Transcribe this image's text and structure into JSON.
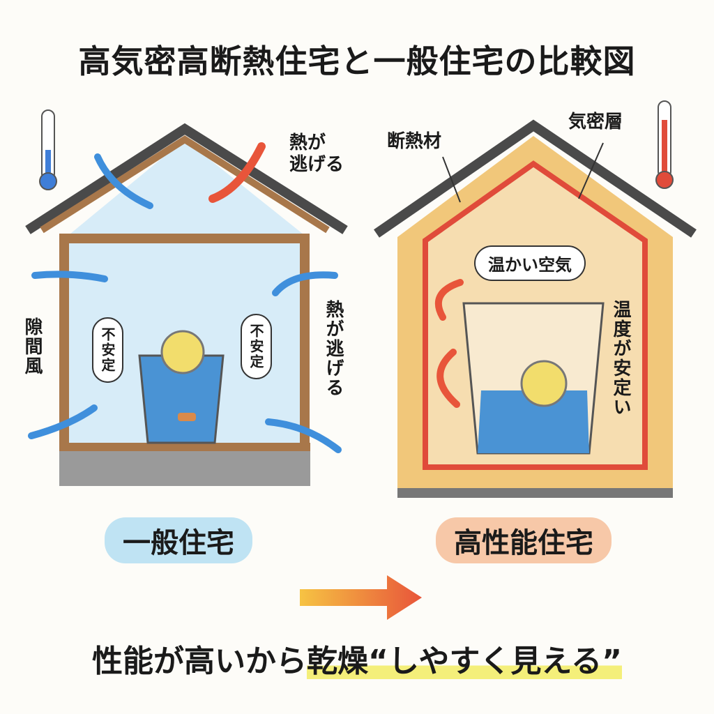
{
  "title": "高気密高断熱住宅と一般住宅の比較図",
  "left_house": {
    "heat_escape_top": "熱が\n逃げる",
    "draft_label": "隙間風",
    "unstable_left": "不安定",
    "unstable_right": "不安定",
    "heat_escape_side": "熱が逃げる",
    "name": "一般住宅"
  },
  "right_house": {
    "insulation_label": "断熱材",
    "airtight_label": "気密層",
    "warm_air": "温かい空気",
    "stable_temp": "温度が安定い",
    "name": "高性能住宅"
  },
  "bottom": {
    "caption_pre": "性能が高いから",
    "caption_highlight": "乾燥“しやすく見える”"
  },
  "colors": {
    "cold": "#6fb3e0",
    "warm": "#f1c77a",
    "arrow_blue": "#3f8fdc",
    "arrow_red": "#e8553a",
    "roof": "#555555",
    "wood": "#a8774a"
  }
}
